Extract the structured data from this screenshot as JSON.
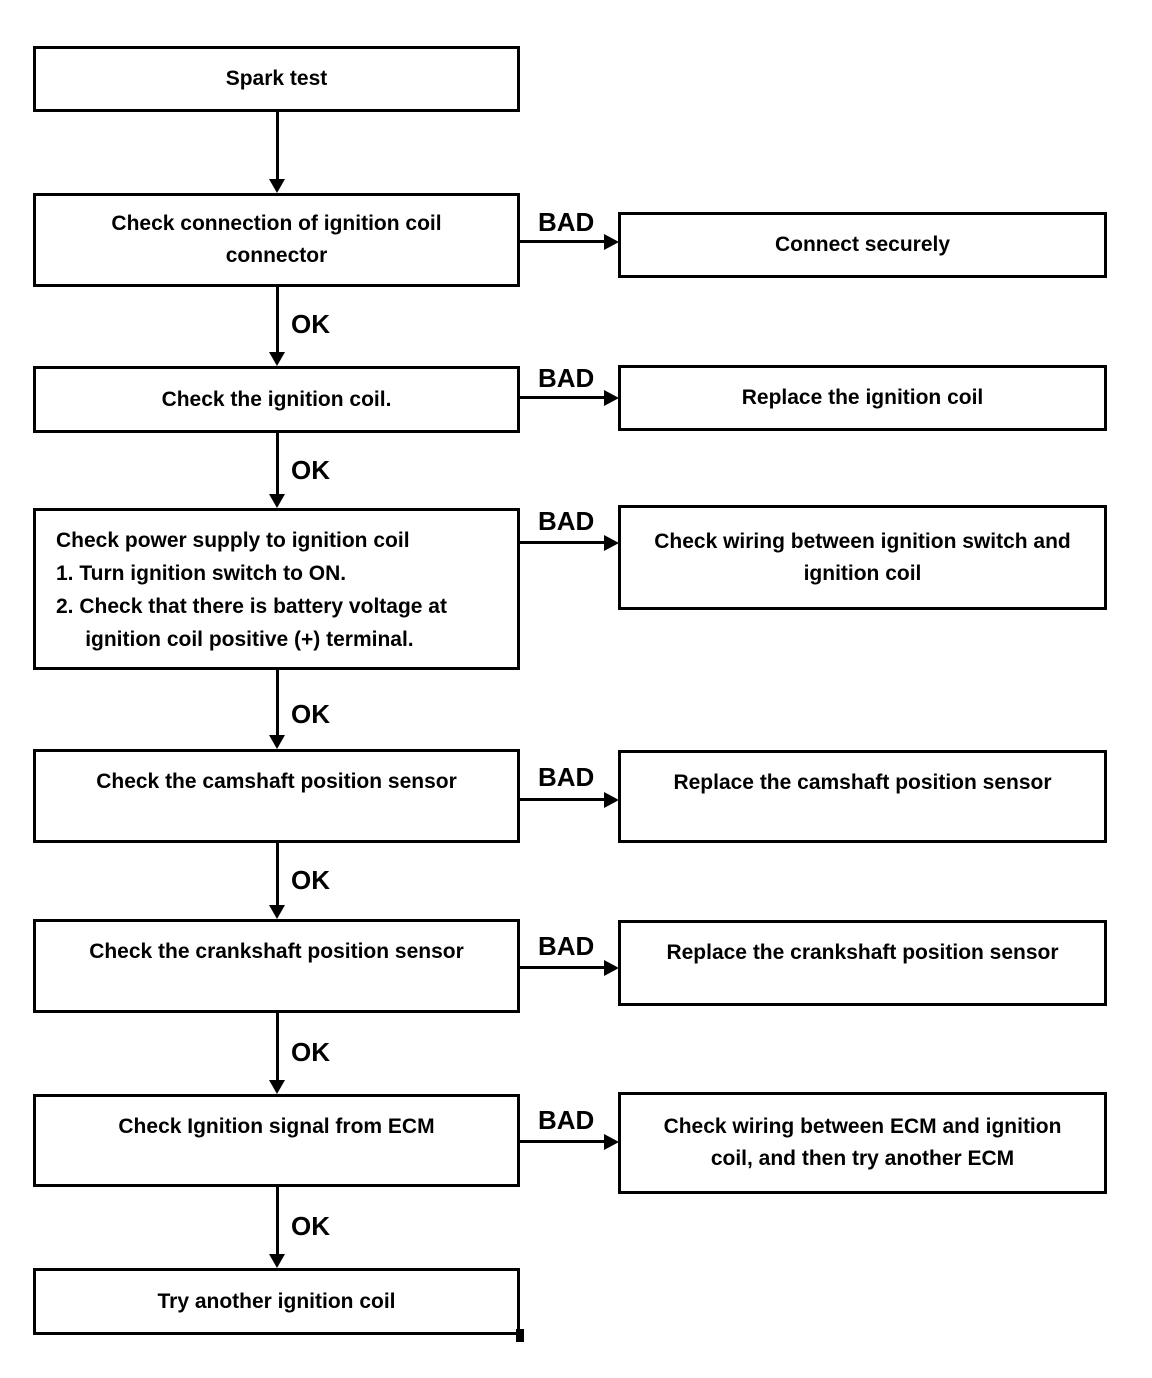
{
  "flowchart": {
    "start": {
      "label": "Spark test"
    },
    "labels": {
      "ok": "OK",
      "bad": "BAD"
    },
    "steps": [
      {
        "check": [
          "Check connection of ignition coil",
          "connector"
        ],
        "bad_action": [
          "Connect securely"
        ]
      },
      {
        "check": [
          "Check the ignition coil."
        ],
        "bad_action": [
          "Replace the ignition coil"
        ]
      },
      {
        "check": [
          "Check power supply to ignition coil",
          "1. Turn ignition switch to ON.",
          "2. Check that there is battery voltage at",
          "     ignition coil positive (+) terminal."
        ],
        "bad_action": [
          "Check wiring between ignition switch and",
          "ignition coil"
        ]
      },
      {
        "check": [
          "Check the camshaft position sensor"
        ],
        "bad_action": [
          "Replace the camshaft position sensor"
        ]
      },
      {
        "check": [
          "Check the crankshaft position sensor"
        ],
        "bad_action": [
          "Replace the crankshaft position sensor"
        ]
      },
      {
        "check": [
          "Check Ignition signal from ECM"
        ],
        "bad_action": [
          "Check wiring between ECM and ignition",
          "coil, and then try another ECM"
        ]
      }
    ],
    "end": {
      "label": "Try another ignition coil"
    }
  }
}
